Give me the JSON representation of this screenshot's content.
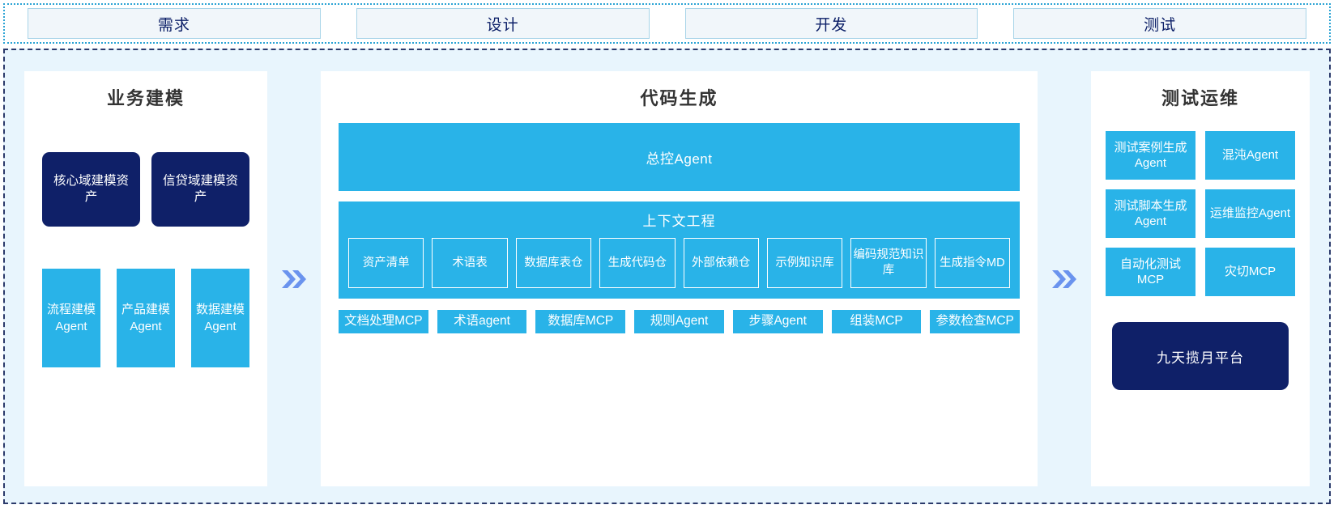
{
  "phases": [
    {
      "label": "需求"
    },
    {
      "label": "设计"
    },
    {
      "label": "开发"
    },
    {
      "label": "测试"
    }
  ],
  "colors": {
    "accent_blue": "#29b3e8",
    "navy": "#0f2068",
    "arrow_blue": "#6a93ee",
    "panel_bg": "#ffffff",
    "stage_bg": "#e8f5fd",
    "tab_bg": "#f1f6fa",
    "tab_border": "#a8d4e8",
    "dashed_border": "#2b3a6b",
    "dotted_border": "#2aa3d4"
  },
  "panels": {
    "left": {
      "title": "业务建模",
      "assets": [
        {
          "label": "核心域建模资产"
        },
        {
          "label": "信贷域建模资产"
        }
      ],
      "agents": [
        {
          "label": "流程建模Agent"
        },
        {
          "label": "产品建模Agent"
        },
        {
          "label": "数据建模Agent"
        }
      ]
    },
    "center": {
      "title": "代码生成",
      "master_agent": "总控Agent",
      "context": {
        "title": "上下文工程",
        "items": [
          {
            "label": "资产清单"
          },
          {
            "label": "术语表"
          },
          {
            "label": "数据库表仓"
          },
          {
            "label": "生成代码仓"
          },
          {
            "label": "外部依赖仓"
          },
          {
            "label": "示例知识库"
          },
          {
            "label": "编码规范知识库"
          },
          {
            "label": "生成指令MD"
          }
        ]
      },
      "tools": [
        {
          "label": "文档处理MCP"
        },
        {
          "label": "术语agent"
        },
        {
          "label": "数据库MCP"
        },
        {
          "label": "规则Agent"
        },
        {
          "label": "步骤Agent"
        },
        {
          "label": "组装MCP"
        },
        {
          "label": "参数检查MCP"
        }
      ]
    },
    "right": {
      "title": "测试运维",
      "items": [
        {
          "label": "测试案例生成Agent"
        },
        {
          "label": "混沌Agent"
        },
        {
          "label": "测试脚本生成Agent"
        },
        {
          "label": "运维监控Agent"
        },
        {
          "label": "自动化测试MCP"
        },
        {
          "label": "灾切MCP"
        }
      ],
      "platform": "九天揽月平台"
    }
  },
  "arrows": [
    {
      "icon": "double-chevron-right-icon"
    },
    {
      "icon": "double-chevron-right-icon"
    }
  ]
}
